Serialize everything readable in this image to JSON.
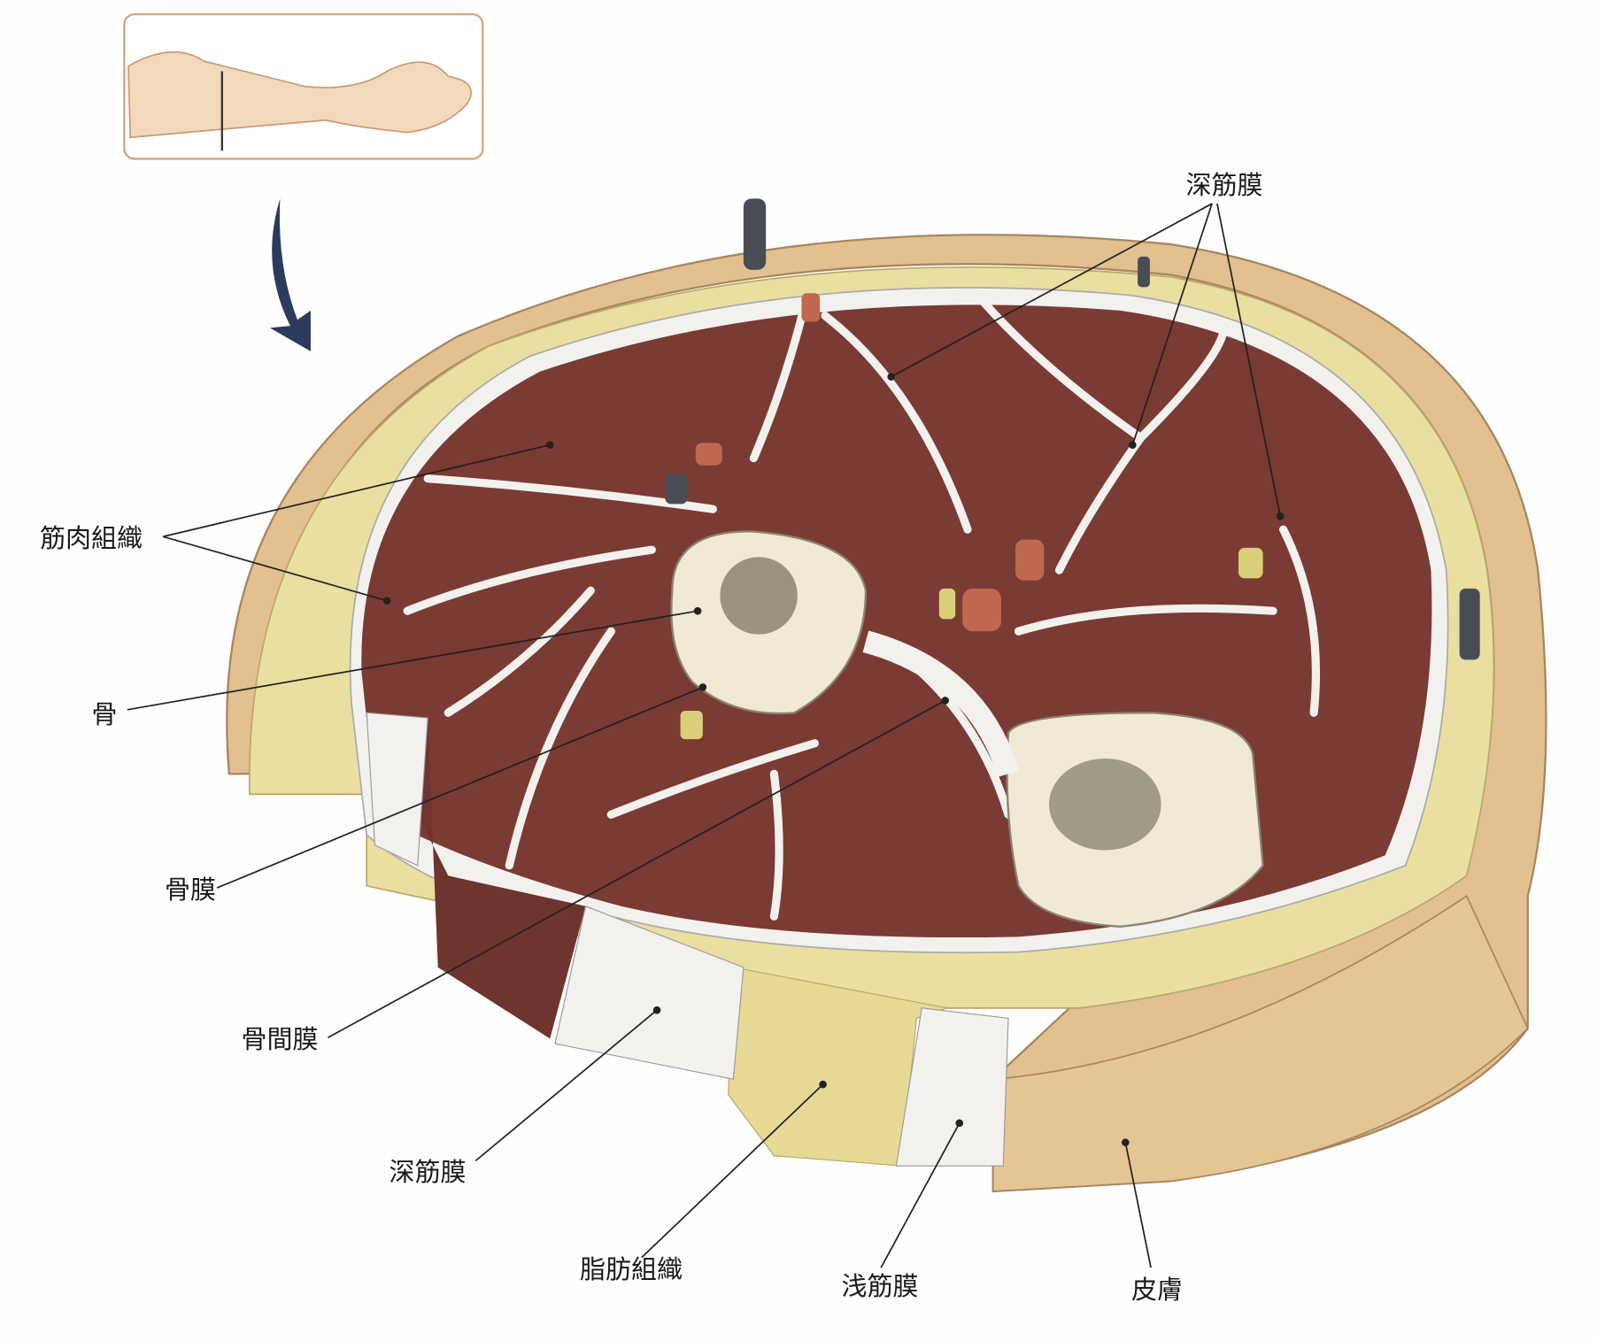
{
  "labels": {
    "deep_fascia_top": "深筋膜",
    "muscle_tissue": "筋肉組織",
    "bone": "骨",
    "periosteum": "骨膜",
    "interosseous_membrane": "骨間膜",
    "deep_fascia_bottom": "深筋膜",
    "adipose_tissue": "脂肪組織",
    "superficial_fascia": "浅筋膜",
    "skin": "皮膚"
  },
  "colors": {
    "skin": "#e2c08f",
    "fat": "#e9dfa0",
    "fascia": "#f3f1ee",
    "muscle": "#7a3b34",
    "bone": "#f1e8d6",
    "marrow": "#6d6552",
    "artery": "#c0674f",
    "vein": "#4a4c55",
    "nerve": "#d8cf78",
    "arrow": "#2c3a5c",
    "inset_border": "#d9a27a"
  }
}
